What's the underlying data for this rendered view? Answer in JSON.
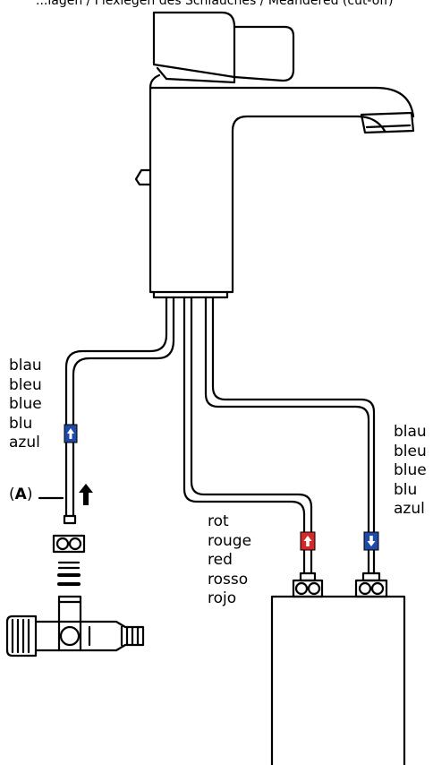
{
  "caption": "...lagen / Flexlegen des Schlauches / Meandered (cut-off)",
  "labels": {
    "left_hose": [
      "blau",
      "bleu",
      "blue",
      "blu",
      "azul"
    ],
    "right_hose": [
      "blau",
      "bleu",
      "blue",
      "blu",
      "azul"
    ],
    "red_hose": [
      "rot",
      "rouge",
      "red",
      "rosso",
      "rojo"
    ]
  },
  "marker": {
    "letter": "A",
    "open": "(",
    "close": ")"
  },
  "colors": {
    "cold": "#1f4aa8",
    "hot": "#d22a2a",
    "line": "#000000"
  }
}
